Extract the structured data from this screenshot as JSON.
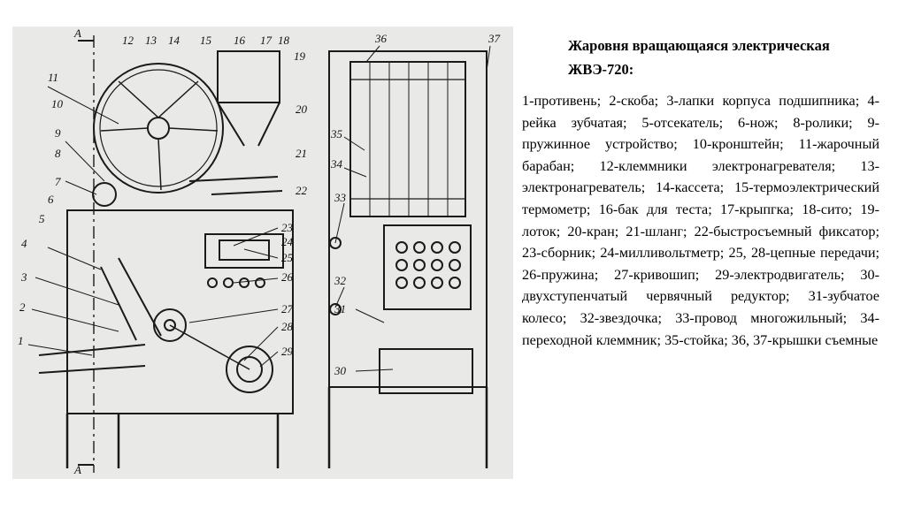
{
  "slide": {
    "title_line1": "Жаровня вращающаяся электрическая",
    "title_line2": "ЖВЭ-720:",
    "description": "1-противень; 2-скоба; 3-лапки корпуса подшипника; 4-рейка зубчатая; 5-отсекатель; 6-нож; 8-ролики; 9-пружинное устройство; 10-кронштейн; 11-жарочный барабан; 12-клеммники электронагревателя; 13-электронагреватель; 14-кассета; 15-термоэлектрический термометр; 16-бак для теста; 17-крыпгка; 18-сито; 19-лоток; 20-кран; 21-шланг; 22-быстросъемный фиксатор; 23-сборник; 24-милливольтметр; 25, 28-цепные передачи; 26-пружина; 27-кривошип; 29-электродвигатель; 30-двухступенчатый червячный редуктор; 31-зубчатое колесо; 32-звездочка; 33-провод многожильный; 34-переходной клеммник; 35-стойка; 36, 37-крышки съемные"
  },
  "drawing": {
    "section_labels": [
      "A",
      "A"
    ],
    "callouts": [
      "1",
      "2",
      "3",
      "4",
      "5",
      "6",
      "7",
      "8",
      "9",
      "10",
      "11",
      "12",
      "13",
      "14",
      "15",
      "16",
      "17",
      "18",
      "19",
      "20",
      "21",
      "22",
      "23",
      "24",
      "25",
      "26",
      "27",
      "28",
      "29",
      "30",
      "31",
      "32",
      "33",
      "34",
      "35",
      "36",
      "37"
    ]
  }
}
